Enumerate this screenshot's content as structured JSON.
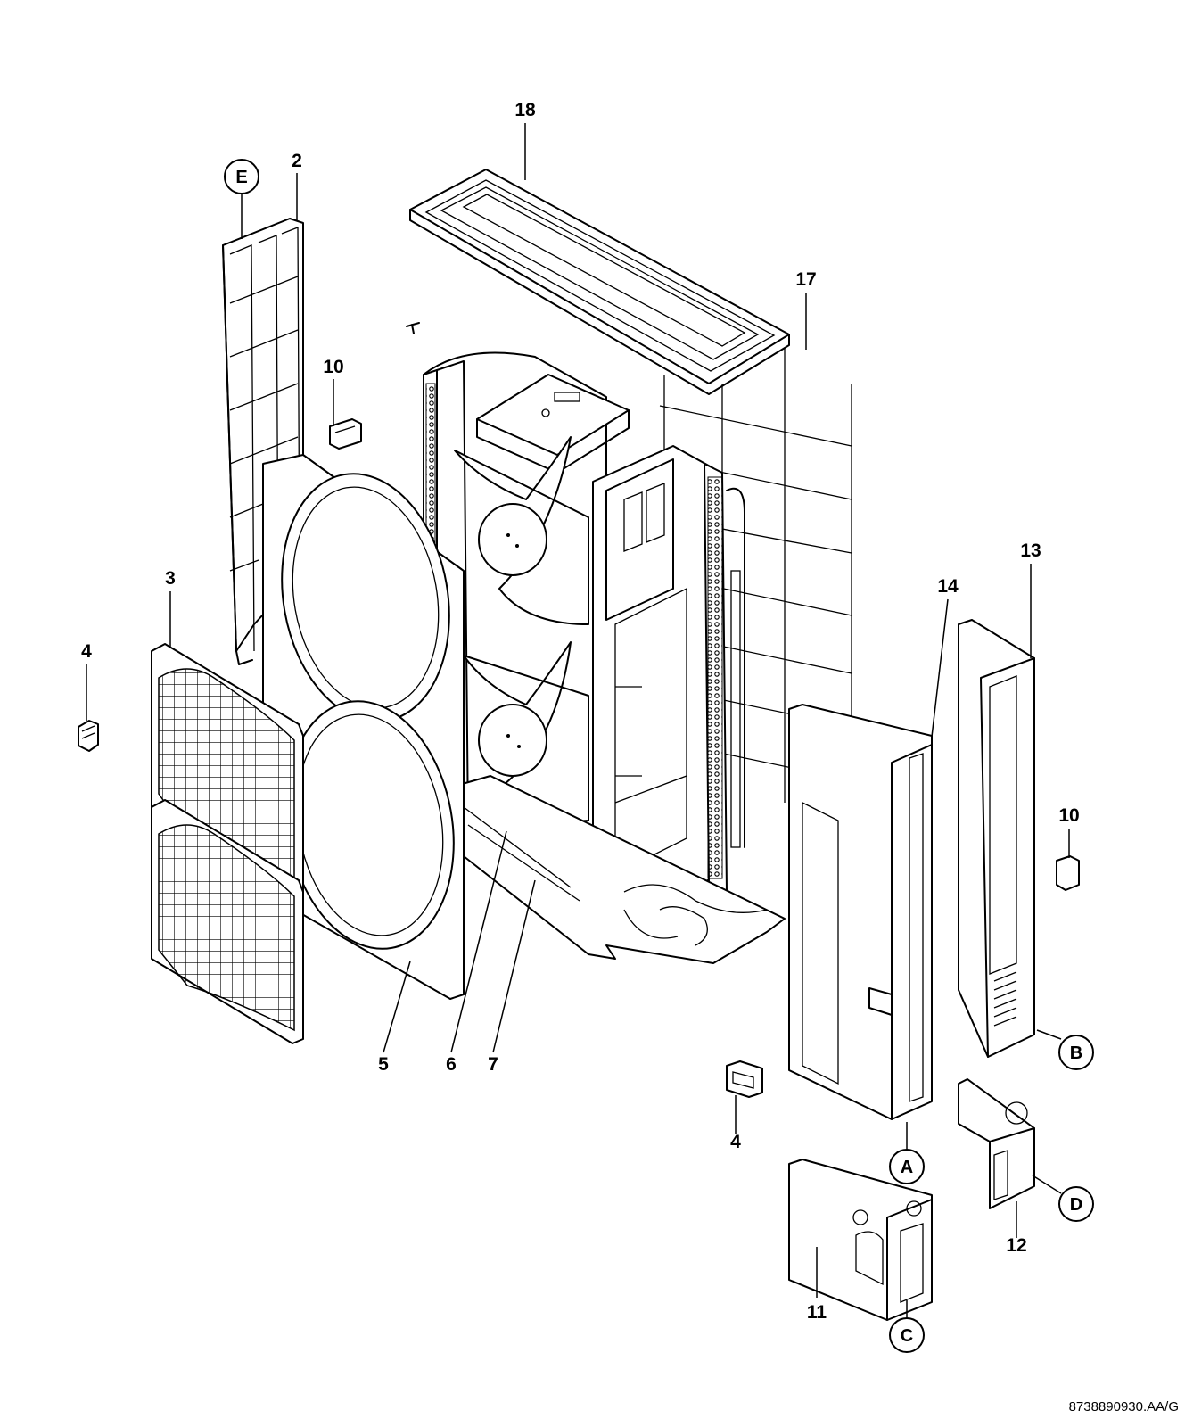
{
  "drawing_reference": "8738890930.AA/G",
  "part_numbers": {
    "p2": "2",
    "p3": "3",
    "p4_left": "4",
    "p4_bottom": "4",
    "p5": "5",
    "p6": "6",
    "p7": "7",
    "p10_left": "10",
    "p10_right": "10",
    "p11": "11",
    "p12": "12",
    "p13": "13",
    "p14": "14",
    "p17": "17",
    "p18": "18"
  },
  "detail_callouts": {
    "A": "A",
    "B": "B",
    "C": "C",
    "D": "D",
    "E": "E"
  }
}
